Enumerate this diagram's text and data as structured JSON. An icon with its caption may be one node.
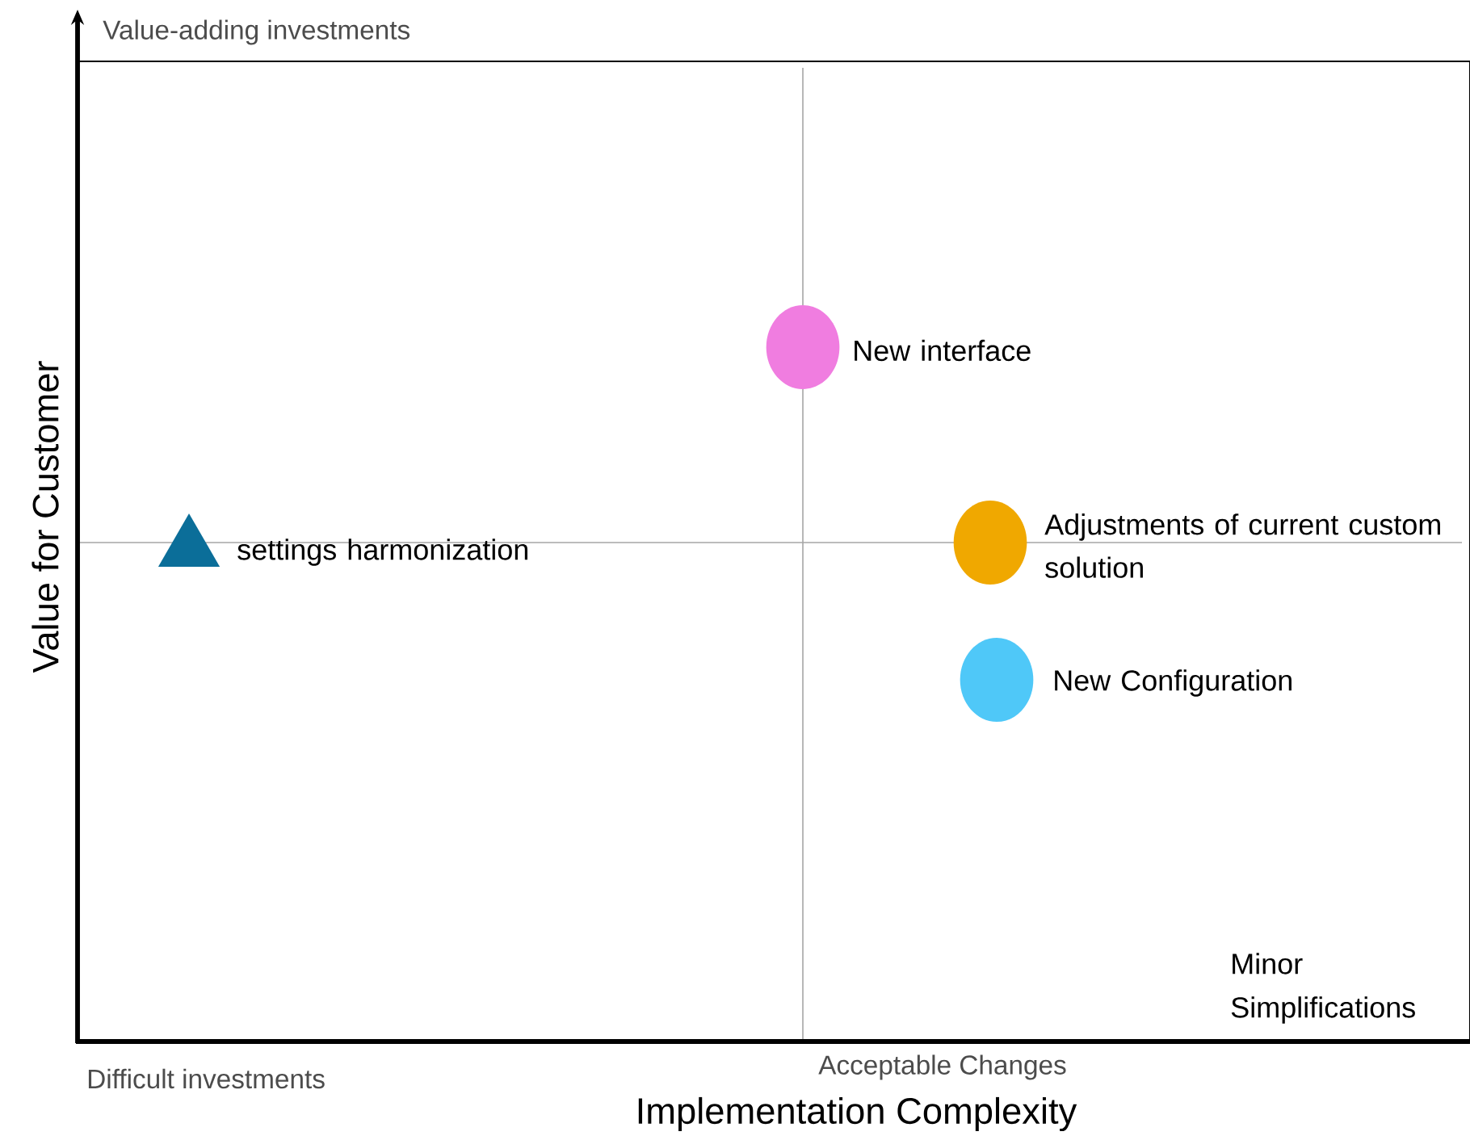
{
  "diagram": {
    "nodes": [
      {
        "text": [],
        "shape": "triangle",
        "beside": [
          "settings harmonization"
        ]
      },
      {
        "text": [],
        "shape": "circle",
        "beside": [
          "New interface"
        ]
      },
      {
        "text": [],
        "shape": "circle",
        "beside": [
          "Adjustments of current custom solution"
        ]
      },
      {
        "text": [],
        "shape": "circle",
        "beside": [
          "New Configuration"
        ]
      }
    ],
    "labels": [
      "Value-adding investments",
      "Value for Customer",
      "Difficult investments",
      "Acceptable Changes",
      "Implementation Complexity",
      "Minor Simplifications"
    ]
  }
}
